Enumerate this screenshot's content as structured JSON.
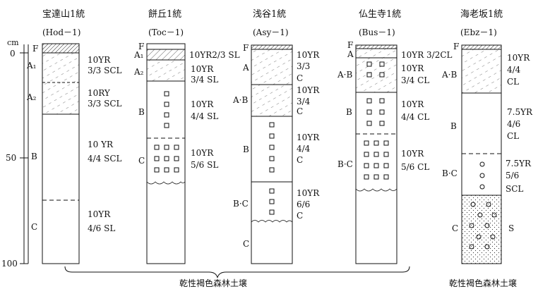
{
  "axis": {
    "unit": "cm",
    "ticks": [
      "0",
      "50",
      "100"
    ]
  },
  "profiles": [
    {
      "name": "宝達山1統",
      "code": "(Hod－1)",
      "horizons": [
        {
          "label": "F",
          "desc": []
        },
        {
          "label": "A₁",
          "desc": [
            "10YR",
            "3/3  SCL"
          ]
        },
        {
          "label": "A₂",
          "desc": [
            "10RY",
            "3/3  SCL"
          ]
        },
        {
          "label": "B",
          "desc": [
            "10 YR",
            "4/4  SCL"
          ]
        },
        {
          "label": "C",
          "desc": [
            "10YR",
            "4/6  SL"
          ]
        }
      ]
    },
    {
      "name": "餅丘1統",
      "code": "(Toc－1)",
      "horizons": [
        {
          "label": "F",
          "desc": []
        },
        {
          "label": "A₁",
          "desc": [
            "10YR2/3  SL"
          ]
        },
        {
          "label": "A₂",
          "desc": [
            "10YR",
            "3/4  SL"
          ]
        },
        {
          "label": "B",
          "desc": [
            "10YR",
            "4/4  SL"
          ]
        },
        {
          "label": "C",
          "desc": [
            "10YR",
            "5/6  SL"
          ]
        }
      ]
    },
    {
      "name": "浅谷1統",
      "code": "(Asy－1)",
      "horizons": [
        {
          "label": "F",
          "desc": []
        },
        {
          "label": "A",
          "desc": [
            "10YR",
            "3/3",
            "C"
          ]
        },
        {
          "label": "A·B",
          "desc": [
            "10YR",
            "3/4",
            "C"
          ]
        },
        {
          "label": "B",
          "desc": [
            "10YR",
            "4/4",
            "C"
          ]
        },
        {
          "label": "B·C",
          "desc": [
            "10YR",
            "6/6",
            "C"
          ]
        },
        {
          "label": "C",
          "desc": []
        }
      ]
    },
    {
      "name": "仏生寺1統",
      "code": "(Bus－1)",
      "horizons": [
        {
          "label": "F",
          "desc": []
        },
        {
          "label": "A",
          "desc": [
            "10YR 3/2CL"
          ]
        },
        {
          "label": "A·B",
          "desc": [
            "10YR",
            "3/4  CL"
          ]
        },
        {
          "label": "B",
          "desc": [
            "10YR",
            "4/4  CL"
          ]
        },
        {
          "label": "B·C",
          "desc": [
            "10YR",
            "5/6  CL"
          ]
        }
      ]
    },
    {
      "name": "海老坂1統",
      "code": "(Ebz－1)",
      "horizons": [
        {
          "label": "F",
          "desc": []
        },
        {
          "label": "A·B",
          "desc": [
            "10YR",
            "4/4",
            "CL"
          ]
        },
        {
          "label": "B",
          "desc": [
            "7.5YR",
            "4/6",
            "CL"
          ]
        },
        {
          "label": "B·C",
          "desc": [
            "7.5YR",
            "5/6",
            "SCL"
          ]
        },
        {
          "label": "C",
          "desc": [
            "S"
          ]
        }
      ]
    }
  ],
  "groups": [
    {
      "label": "乾性褐色森林土壌"
    },
    {
      "label": "乾性褐色森林土壌"
    }
  ]
}
